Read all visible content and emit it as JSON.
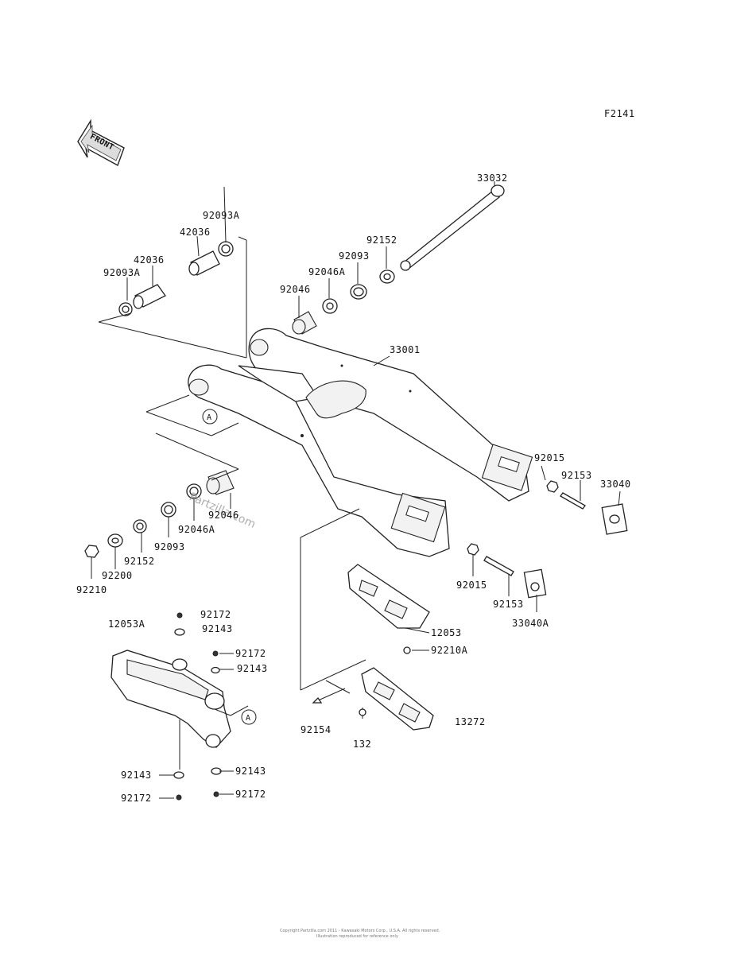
{
  "figure_code": "F2141",
  "front_label": "FRONT",
  "callout_A": "A",
  "watermark": "Partzilla.com",
  "footer_line1": "Copyright Partzilla.com 2011 - Kawasaki Motors Corp., U.S.A. All rights reserved.",
  "footer_line2": "Illustration reproduced for reference only",
  "labels": {
    "p33032": "33032",
    "p92093A_top": "92093A",
    "p42036_top": "42036",
    "p42036_left": "42036",
    "p92093A_left": "92093A",
    "p92152_top": "92152",
    "p92093_top": "92093",
    "p92046A_top": "92046A",
    "p92046_top": "92046",
    "p33001": "33001",
    "p92015_right": "92015",
    "p92153_right": "92153",
    "p33040": "33040",
    "p92046_bot": "92046",
    "p92046A_bot": "92046A",
    "p92093_bot": "92093",
    "p92152_bot": "92152",
    "p92200": "92200",
    "p92210": "92210",
    "p92015_low": "92015",
    "p92153_low": "92153",
    "p33040A": "33040A",
    "p12053A": "12053A",
    "p92172_a": "92172",
    "p92143_a": "92143",
    "p92172_b": "92172",
    "p92143_b": "92143",
    "p12053": "12053",
    "p92210A": "92210A",
    "p92154": "92154",
    "p132": "132",
    "p13272": "13272",
    "p92143_c": "92143",
    "p92143_d": "92143",
    "p92172_c": "92172",
    "p92172_d": "92172"
  }
}
